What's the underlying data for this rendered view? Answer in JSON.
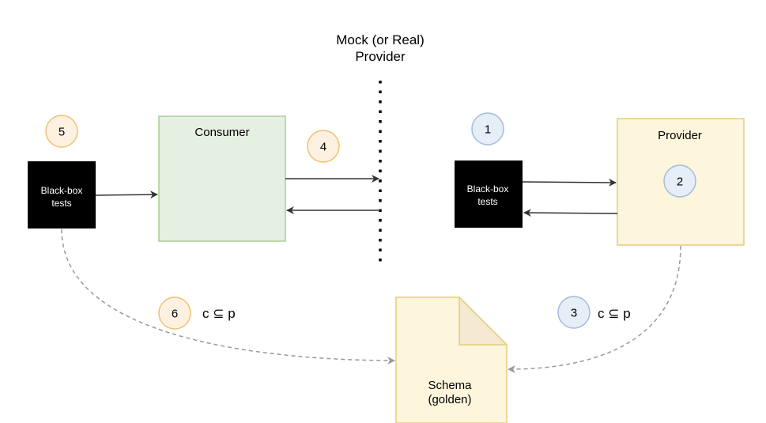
{
  "diagram": {
    "mock_provider_label": [
      "Mock (or Real)",
      "Provider"
    ],
    "consumer_label": "Consumer",
    "provider_label": "Provider",
    "blackbox_left_label": [
      "Black-box",
      "tests"
    ],
    "blackbox_right_label": [
      "Black-box",
      "tests"
    ],
    "schema_label": [
      "Schema",
      "(golden)"
    ],
    "badges": {
      "b1": "1",
      "b2": "2",
      "b3": "3",
      "b4": "4",
      "b5": "5",
      "b6": "6"
    },
    "relation_left": "c ⊆ p",
    "relation_right": "c ⊆ p"
  },
  "colors": {
    "consumer_fill": "#e6f0e2",
    "consumer_stroke": "#a9cf93",
    "provider_fill": "#fdf5dc",
    "provider_stroke": "#e3cd7c",
    "orange_badge_fill": "#fef1e2",
    "orange_badge_stroke": "#f0c171",
    "blue_badge_fill": "#e6eef8",
    "blue_badge_stroke": "#a3bcdb",
    "arrow": "#333333",
    "dashed_arrow": "#999999"
  }
}
